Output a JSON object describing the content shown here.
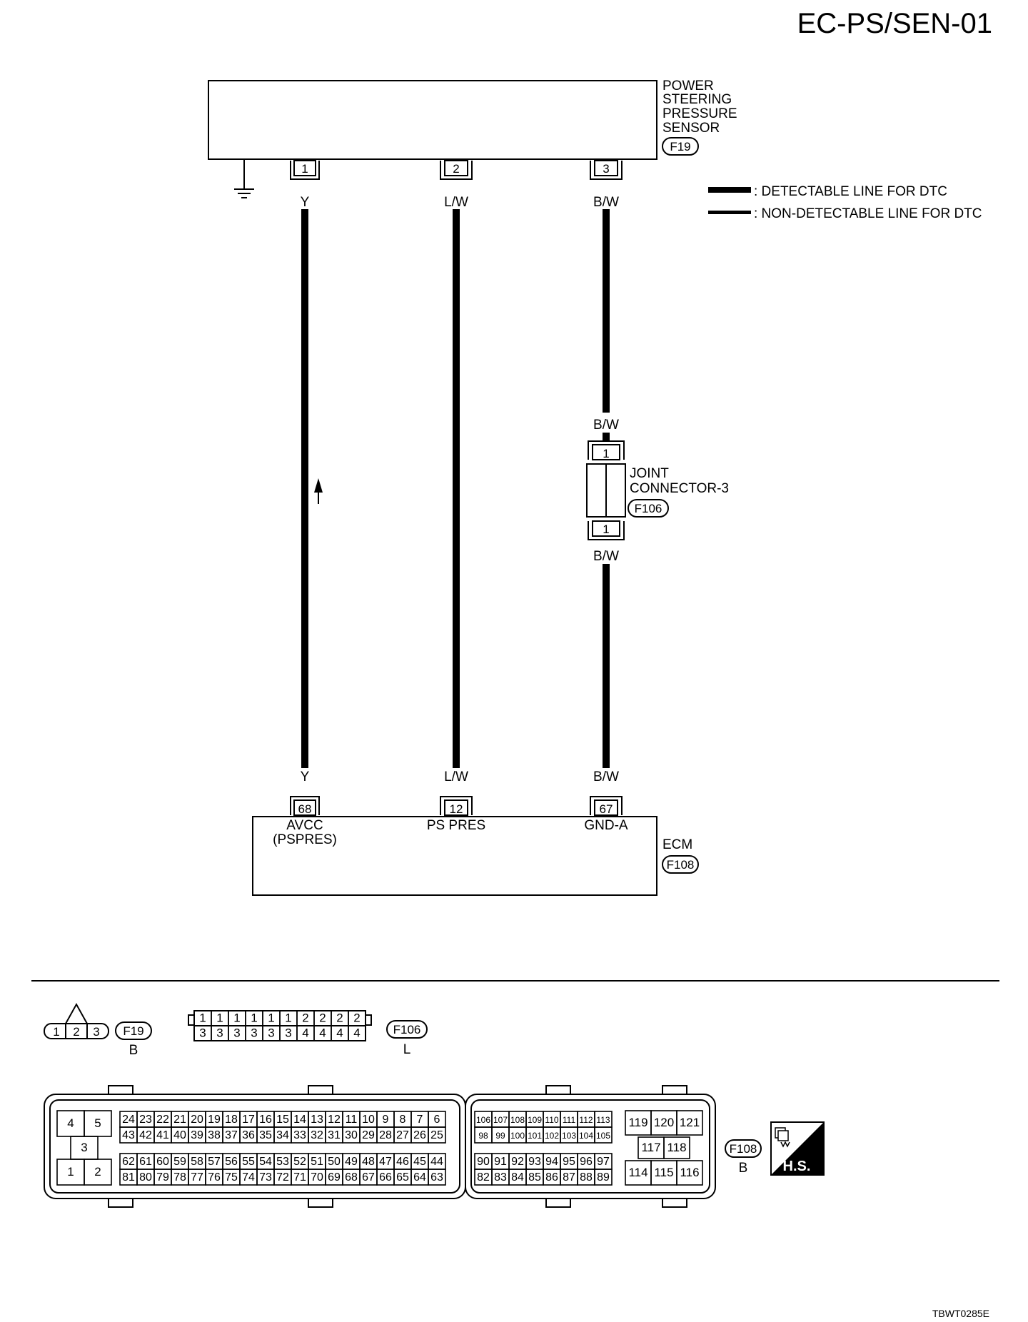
{
  "page_title": "EC-PS/SEN-01",
  "figure_code": "TBWT0285E",
  "legend": {
    "detectable": ": DETECTABLE LINE FOR DTC",
    "non_detectable": ": NON-DETECTABLE LINE FOR DTC"
  },
  "sensor": {
    "name_lines": [
      "POWER",
      "STEERING",
      "PRESSURE",
      "SENSOR"
    ],
    "connector": "F19"
  },
  "wires": [
    {
      "sensor_pin": "1",
      "color_top": "Y",
      "color_bottom": "Y",
      "ecm_pin": "68",
      "ecm_label_lines": [
        "AVCC",
        "(PSPRES)"
      ]
    },
    {
      "sensor_pin": "2",
      "color_top": "L/W",
      "color_bottom": "L/W",
      "ecm_pin": "12",
      "ecm_label_lines": [
        "PS PRES"
      ]
    },
    {
      "sensor_pin": "3",
      "color_top": "B/W",
      "color_bottom": "B/W",
      "ecm_pin": "67",
      "ecm_label_lines": [
        "GND-A"
      ]
    }
  ],
  "joint": {
    "name_lines": [
      "JOINT",
      "CONNECTOR-3"
    ],
    "connector": "F106",
    "pin_top": "1",
    "pin_bottom": "1",
    "color_above": "B/W",
    "color_below": "B/W"
  },
  "ecm": {
    "name": "ECM",
    "connector": "F108"
  },
  "connectors": {
    "f19": {
      "pins": [
        "1",
        "2",
        "3"
      ],
      "id": "F19",
      "color": "B"
    },
    "f106": {
      "top_row": [
        "1",
        "1",
        "1",
        "1",
        "1",
        "1",
        "2",
        "2",
        "2",
        "2"
      ],
      "bottom_row": [
        "3",
        "3",
        "3",
        "3",
        "3",
        "3",
        "4",
        "4",
        "4",
        "4"
      ],
      "id": "F106",
      "color": "L"
    },
    "f108": {
      "left_block": {
        "row1": [
          "4",
          "5"
        ],
        "row2": [
          "3"
        ],
        "row3": [
          "1",
          "2"
        ]
      },
      "group_a": {
        "row1": [
          "24",
          "23",
          "22",
          "21",
          "20",
          "19",
          "18",
          "17",
          "16",
          "15",
          "14",
          "13",
          "12",
          "11",
          "10",
          "9",
          "8",
          "7",
          "6"
        ],
        "row2": [
          "43",
          "42",
          "41",
          "40",
          "39",
          "38",
          "37",
          "36",
          "35",
          "34",
          "33",
          "32",
          "31",
          "30",
          "29",
          "28",
          "27",
          "26",
          "25"
        ],
        "row3": [
          "62",
          "61",
          "60",
          "59",
          "58",
          "57",
          "56",
          "55",
          "54",
          "53",
          "52",
          "51",
          "50",
          "49",
          "48",
          "47",
          "46",
          "45",
          "44"
        ],
        "row4": [
          "81",
          "80",
          "79",
          "78",
          "77",
          "76",
          "75",
          "74",
          "73",
          "72",
          "71",
          "70",
          "69",
          "68",
          "67",
          "66",
          "65",
          "64",
          "63"
        ]
      },
      "group_b": {
        "row1": [
          "106",
          "107",
          "108",
          "109",
          "110",
          "111",
          "112",
          "113"
        ],
        "row2": [
          "98",
          "99",
          "100",
          "101",
          "102",
          "103",
          "104",
          "105"
        ],
        "row3": [
          "90",
          "91",
          "92",
          "93",
          "94",
          "95",
          "96",
          "97"
        ],
        "row4": [
          "82",
          "83",
          "84",
          "85",
          "86",
          "87",
          "88",
          "89"
        ]
      },
      "right_block": {
        "row1": [
          "119",
          "120",
          "121"
        ],
        "row2": [
          "117",
          "118"
        ],
        "row3": [
          "114",
          "115",
          "116"
        ]
      },
      "id": "F108",
      "color": "B"
    }
  },
  "hs_badge": "H.S."
}
